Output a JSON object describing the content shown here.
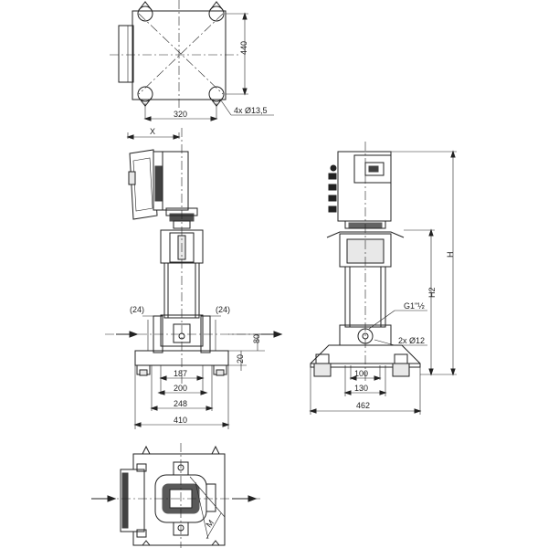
{
  "labels": {
    "top_width": "320",
    "top_height": "440",
    "top_holes": "4x Ø13,5",
    "x_label": "X",
    "side_24_left": "(24)",
    "side_24_right": "(24)",
    "dim_80": "80",
    "dim_20": "20",
    "dim_187": "187",
    "dim_200": "200",
    "dim_248": "248",
    "dim_410": "410",
    "thread": "G1\"½",
    "holes_2x": "2x Ø12",
    "dim_100": "100",
    "dim_130": "130",
    "dim_462": "462",
    "h_label": "H",
    "h2_label": "H2",
    "m_label": "M"
  }
}
